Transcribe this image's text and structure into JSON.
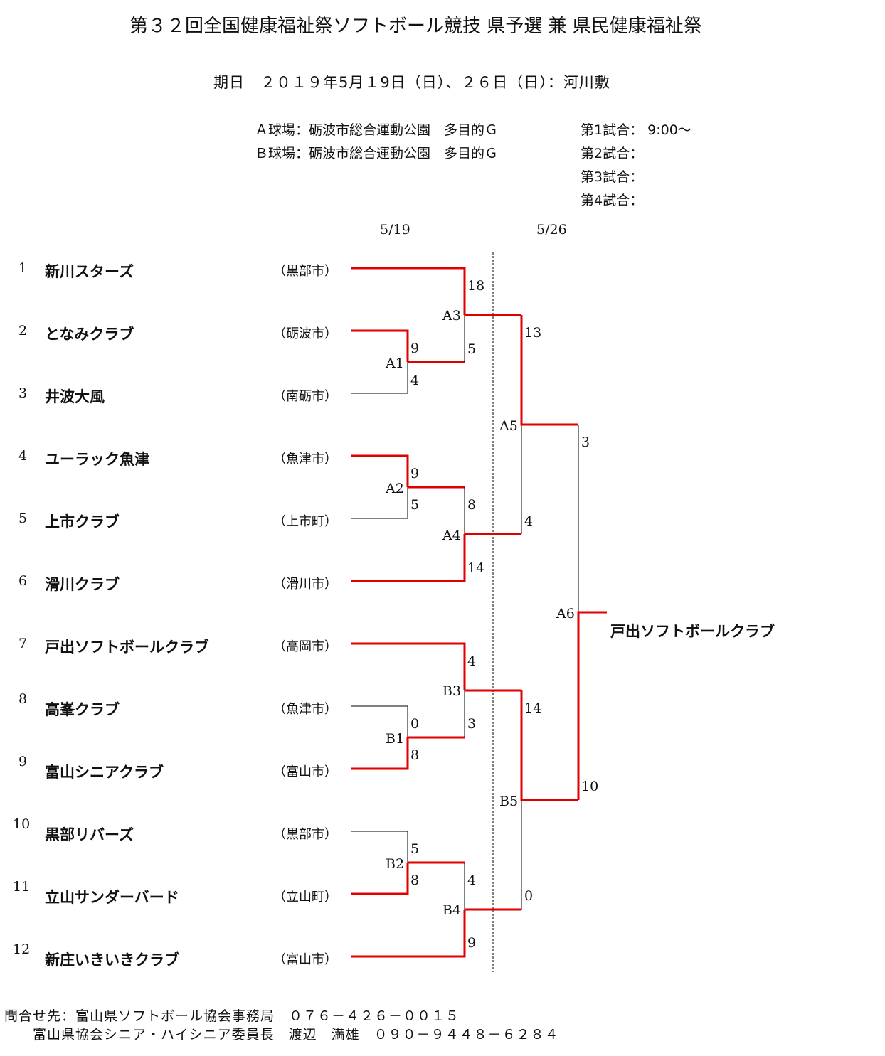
{
  "header": {
    "title": "第３２回全国健康福祉祭ソフトボール競技 県予選 兼 県民健康福祉祭",
    "date_line": "期日　２０１９年5月１9日（日）、２６日（日）：河川敷"
  },
  "venues": [
    "Ａ球場：砺波市総合運動公園　多目的Ｇ",
    "Ｂ球場：砺波市総合運動公園　多目的Ｇ"
  ],
  "schedule": [
    "第1試合：  9:00～",
    "第2試合：",
    "第3試合：",
    "第4試合："
  ],
  "round_dates": [
    "5/19",
    "5/26"
  ],
  "teams": [
    {
      "no": "1",
      "name": "新川スターズ",
      "city": "（黒部市）"
    },
    {
      "no": "2",
      "name": "となみクラブ",
      "city": "（砺波市）"
    },
    {
      "no": "3",
      "name": "井波大風",
      "city": "（南砺市）"
    },
    {
      "no": "4",
      "name": "ユーラック魚津",
      "city": "（魚津市）"
    },
    {
      "no": "5",
      "name": "上市クラブ",
      "city": "（上市町）"
    },
    {
      "no": "6",
      "name": "滑川クラブ",
      "city": "（滑川市）"
    },
    {
      "no": "7",
      "name": "戸出ソフトボールクラブ",
      "city": "（高岡市）"
    },
    {
      "no": "8",
      "name": "高峯クラブ",
      "city": "（魚津市）"
    },
    {
      "no": "9",
      "name": "富山シニアクラブ",
      "city": "（富山市）"
    },
    {
      "no": "10",
      "name": "黒部リバーズ",
      "city": "（黒部市）"
    },
    {
      "no": "11",
      "name": "立山サンダーバード",
      "city": "（立山町）"
    },
    {
      "no": "12",
      "name": "新庄いきいきクラブ",
      "city": "（富山市）"
    }
  ],
  "matches": [
    {
      "id": "A1",
      "top_score": "9",
      "bottom_score": "4"
    },
    {
      "id": "A2",
      "top_score": "9",
      "bottom_score": "5"
    },
    {
      "id": "A3",
      "top_score": "18",
      "bottom_score": "5"
    },
    {
      "id": "A4",
      "top_score": "8",
      "bottom_score": "14"
    },
    {
      "id": "A5",
      "top_score": "13",
      "bottom_score": "4"
    },
    {
      "id": "B1",
      "top_score": "0",
      "bottom_score": "8"
    },
    {
      "id": "B2",
      "top_score": "5",
      "bottom_score": "8"
    },
    {
      "id": "B3",
      "top_score": "4",
      "bottom_score": "3"
    },
    {
      "id": "B4",
      "top_score": "4",
      "bottom_score": "9"
    },
    {
      "id": "B5",
      "top_score": "14",
      "bottom_score": "0"
    },
    {
      "id": "A6",
      "top_score": "3",
      "bottom_score": "10"
    }
  ],
  "champion": "戸出ソフトボールクラブ",
  "contact": {
    "line1": "問合せ先：富山県ソフトボール協会事務局　０７６－４２６－００１５",
    "line2": "富山県協会シニア・ハイシニア委員長　渡辺　満雄　０９０－９４４８－６２８４"
  },
  "colors": {
    "win_line": "#e00000",
    "lose_line": "#000000"
  }
}
